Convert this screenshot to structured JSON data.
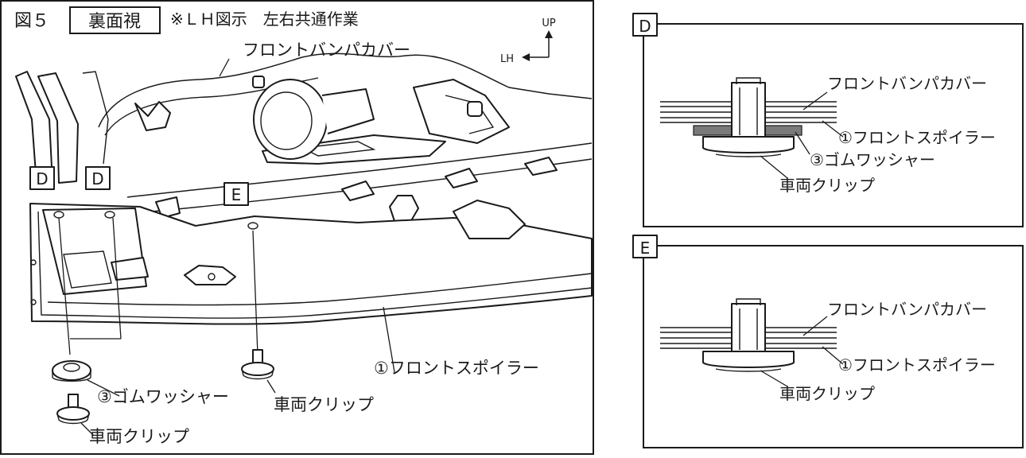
{
  "header": {
    "figure_label": "図５",
    "view_label": "裏面視",
    "note": "※ＬＨ図示　左右共通作業"
  },
  "orientation": {
    "up": "UP",
    "lh": "LH"
  },
  "main_labels": {
    "front_bumper_cover": "フロントバンパカバー",
    "front_spoiler": "①フロントスポイラー",
    "rubber_washer": "③ゴムワッシャー",
    "vehicle_clip_center": "車両クリップ",
    "vehicle_clip_left": "車両クリップ",
    "detail_d_left": "D",
    "detail_d_right": "D",
    "detail_e": "E"
  },
  "detail_d": {
    "tag": "D",
    "bumper_cover": "フロントバンパカバー",
    "front_spoiler": "①フロントスポイラー",
    "rubber_washer": "③ゴムワッシャー",
    "vehicle_clip": "車両クリップ"
  },
  "detail_e": {
    "tag": "E",
    "bumper_cover": "フロントバンパカバー",
    "front_spoiler": "①フロントスポイラー",
    "vehicle_clip": "車両クリップ"
  }
}
